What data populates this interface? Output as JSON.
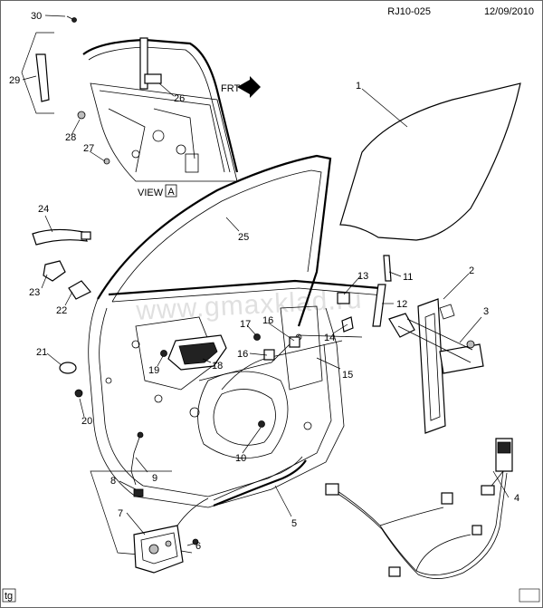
{
  "header": {
    "doc_id": "RJ10-025",
    "date": "12/09/2010"
  },
  "view_label": {
    "prefix": "VIEW",
    "letter": "A"
  },
  "direction_label": "FRT",
  "corner_tag": "tg",
  "watermark": "www.gmaxklad.ru",
  "callouts": [
    "1",
    "2",
    "3",
    "4",
    "5",
    "6",
    "7",
    "8",
    "9",
    "10",
    "11",
    "12",
    "13",
    "14",
    "15",
    "16",
    "16",
    "17",
    "18",
    "19",
    "20",
    "21",
    "22",
    "23",
    "24",
    "25",
    "26",
    "27",
    "28",
    "29",
    "30"
  ]
}
